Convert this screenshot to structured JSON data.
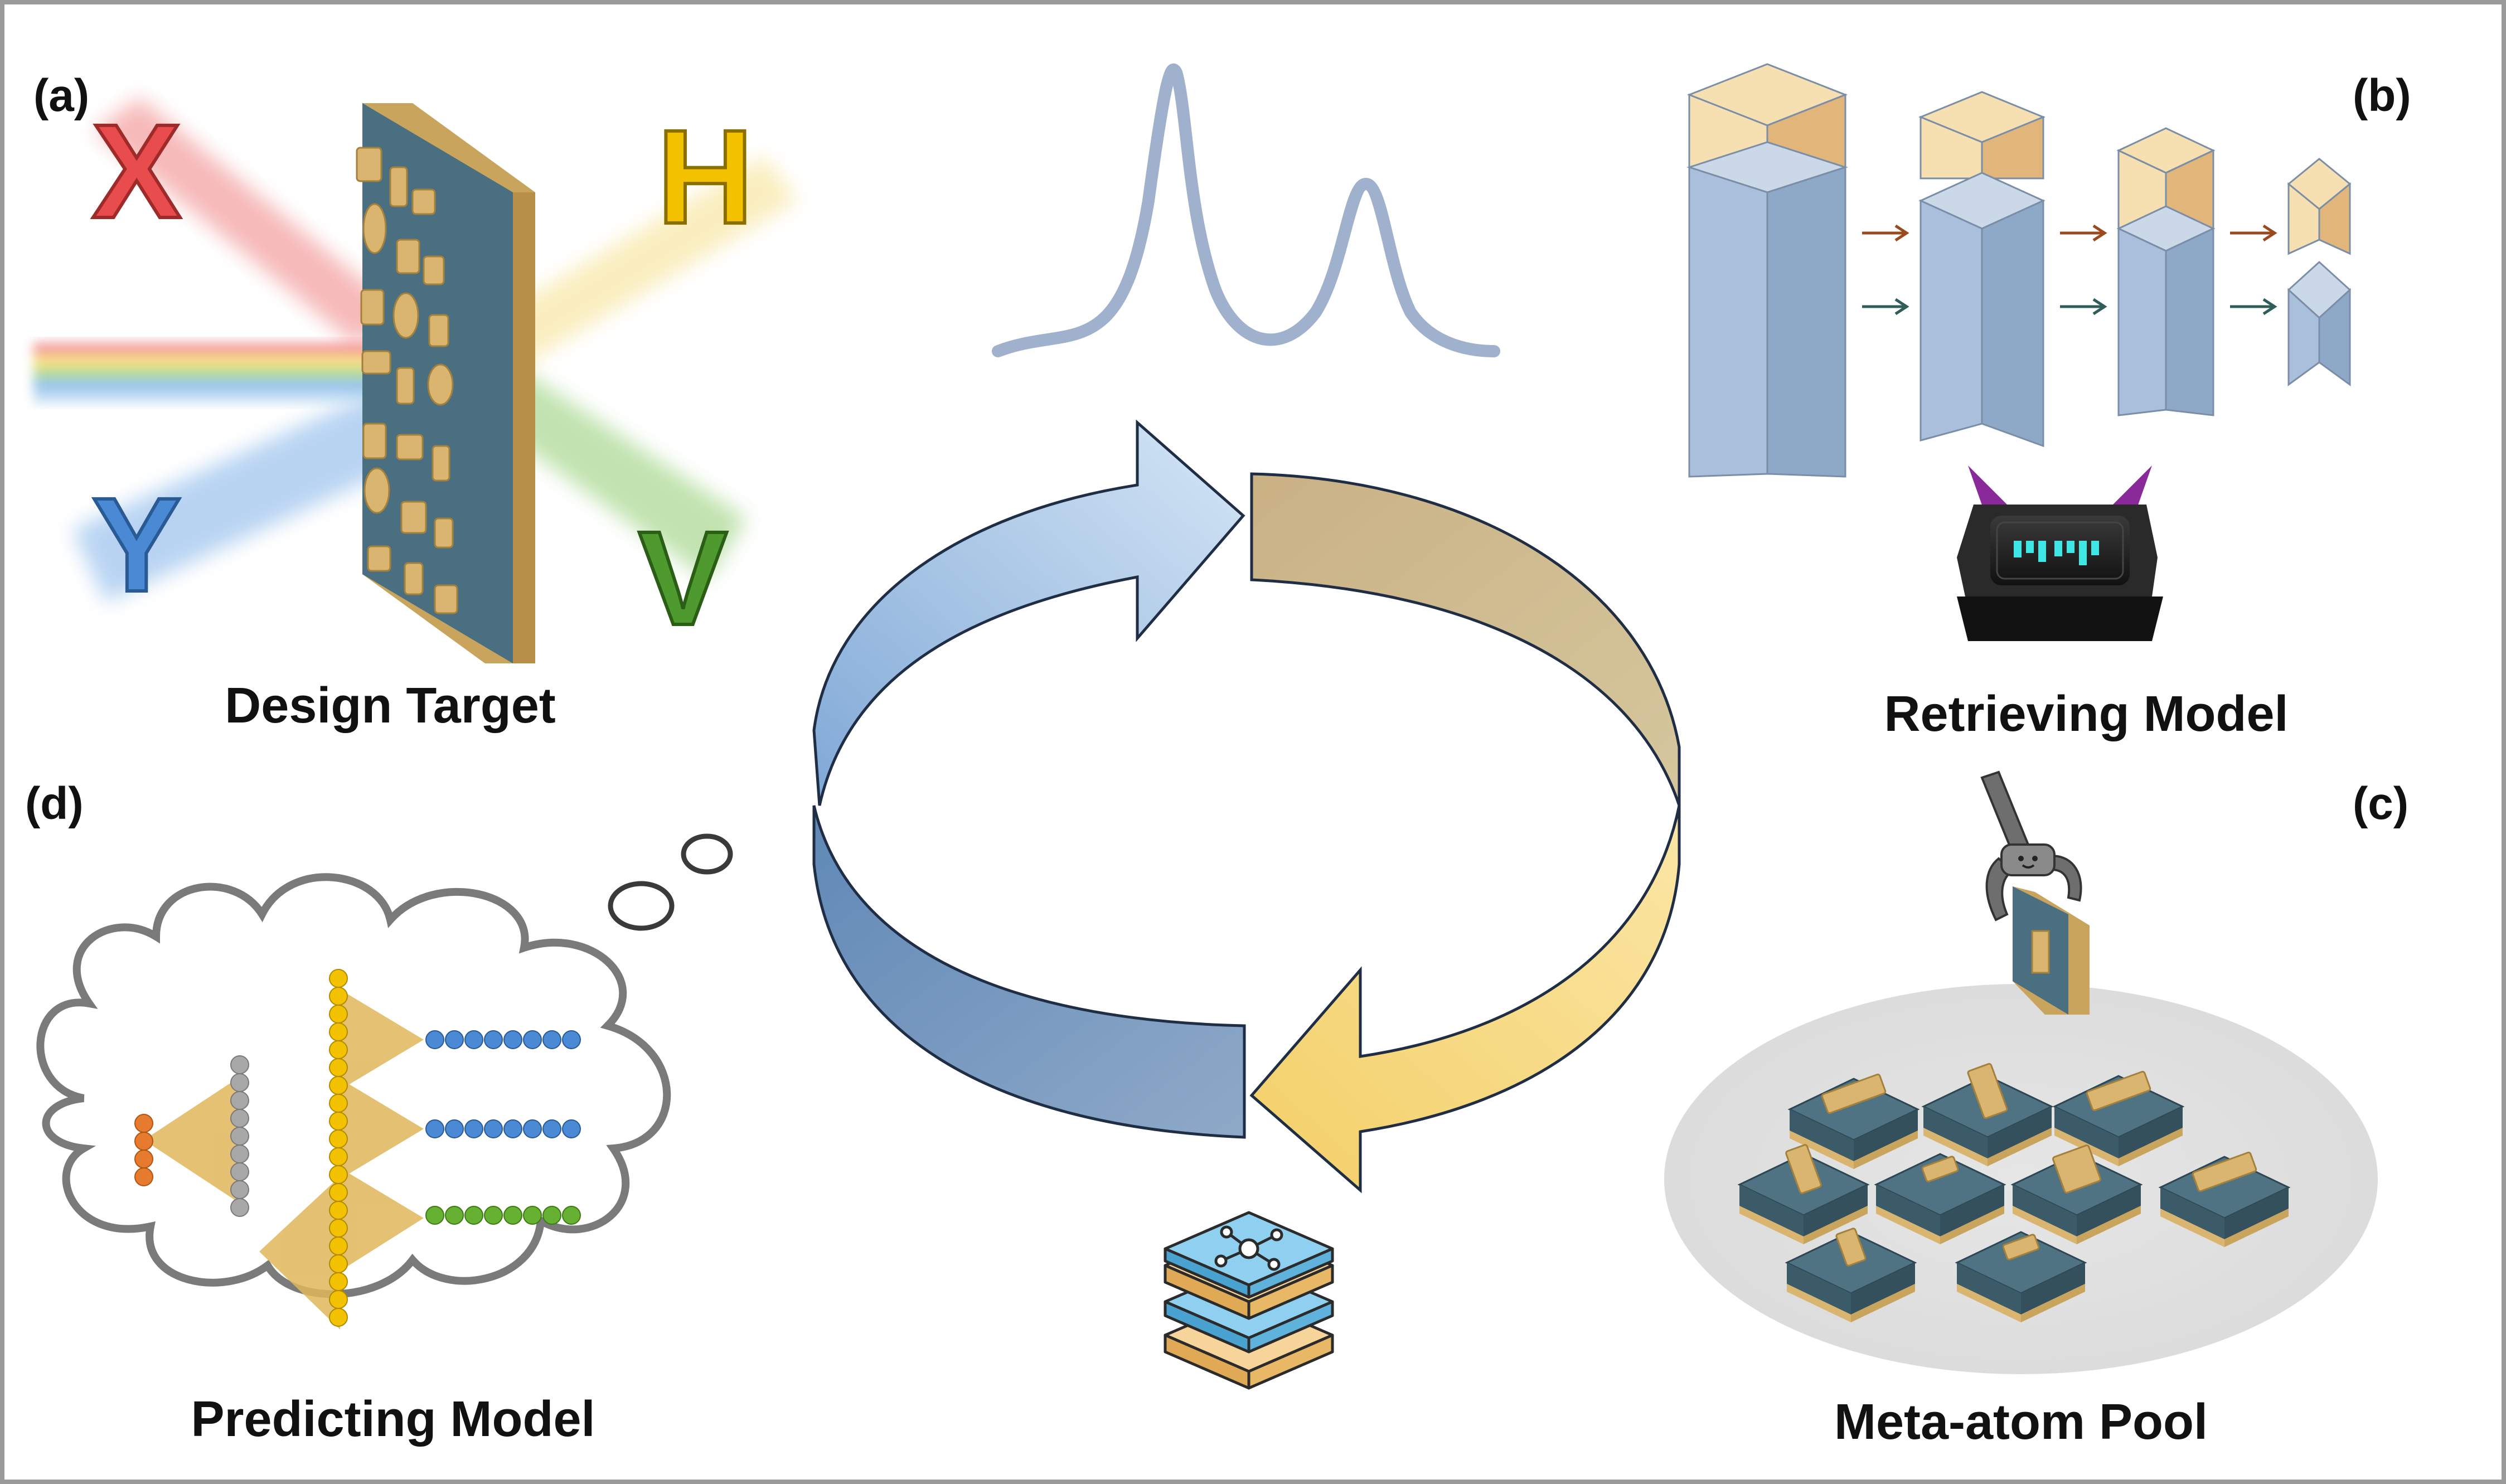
{
  "panels": {
    "a": {
      "tag": "(a)",
      "caption": "Design Target",
      "beam_letters": [
        "X",
        "H",
        "Y",
        "V"
      ]
    },
    "b": {
      "tag": "(b)",
      "caption": "Retrieving Model"
    },
    "c": {
      "tag": "(c)",
      "caption": "Meta-atom Pool"
    },
    "d": {
      "tag": "(d)",
      "caption": "Predicting Model"
    }
  },
  "colors": {
    "blue_arrow": "#7fa3cc",
    "gold_arrow": "#f3d98a",
    "spectrum_line": "#9fb1cc",
    "metasurface": "#4a6f80",
    "gold": "#d9b56f",
    "beam_x": "#e84c4c",
    "beam_h": "#f2c200",
    "beam_y": "#4a8ad4",
    "beam_v": "#4e9a2e"
  },
  "icons": [
    "spectrum-curve-icon",
    "robot-face-icon",
    "robot-claw-icon",
    "layer-stack-network-icon",
    "thought-cloud-icon"
  ]
}
